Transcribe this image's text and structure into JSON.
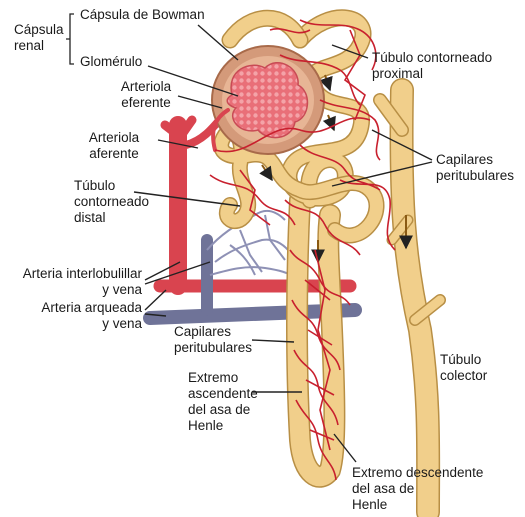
{
  "labels": {
    "capsula_renal": [
      "Cápsula",
      "renal"
    ],
    "capsula_bowman": "Cápsula de Bowman",
    "glomerulo": "Glomérulo",
    "arteriola_eferente": [
      "Arteriola",
      "eferente"
    ],
    "arteriola_aferente": [
      "Arteriola",
      "aferente"
    ],
    "tubulo_distal": [
      "Túbulo",
      "contorneado",
      "distal"
    ],
    "arteria_interlobulillar": [
      "Arteria interlobulillar",
      "y vena"
    ],
    "arteria_arqueada": [
      "Arteria arqueada",
      "y vena"
    ],
    "tubulo_proximal": [
      "Túbulo contorneado",
      "proximal"
    ],
    "capilares_peritubulares_derecha": [
      "Capilares",
      "peritubulares"
    ],
    "capilares_peritubulares_centro": [
      "Capilares",
      "peritubulares"
    ],
    "asa_ascendente": [
      "Extremo",
      "ascendente",
      "del asa de",
      "Henle"
    ],
    "asa_descendente": [
      "Extremo descendente",
      "del asa de",
      "Henle"
    ],
    "tubulo_colector": [
      "Túbulo",
      "colector"
    ]
  },
  "colors": {
    "tubule": "#f1cf8b",
    "tubule_edge": "#b88f45",
    "artery": "#d9444f",
    "vein": "#6f7398",
    "capillary": "#c8202e",
    "glomerulus": "#ea7f86",
    "capsule": "#d49a7a",
    "arrow": "#8a5a14"
  }
}
